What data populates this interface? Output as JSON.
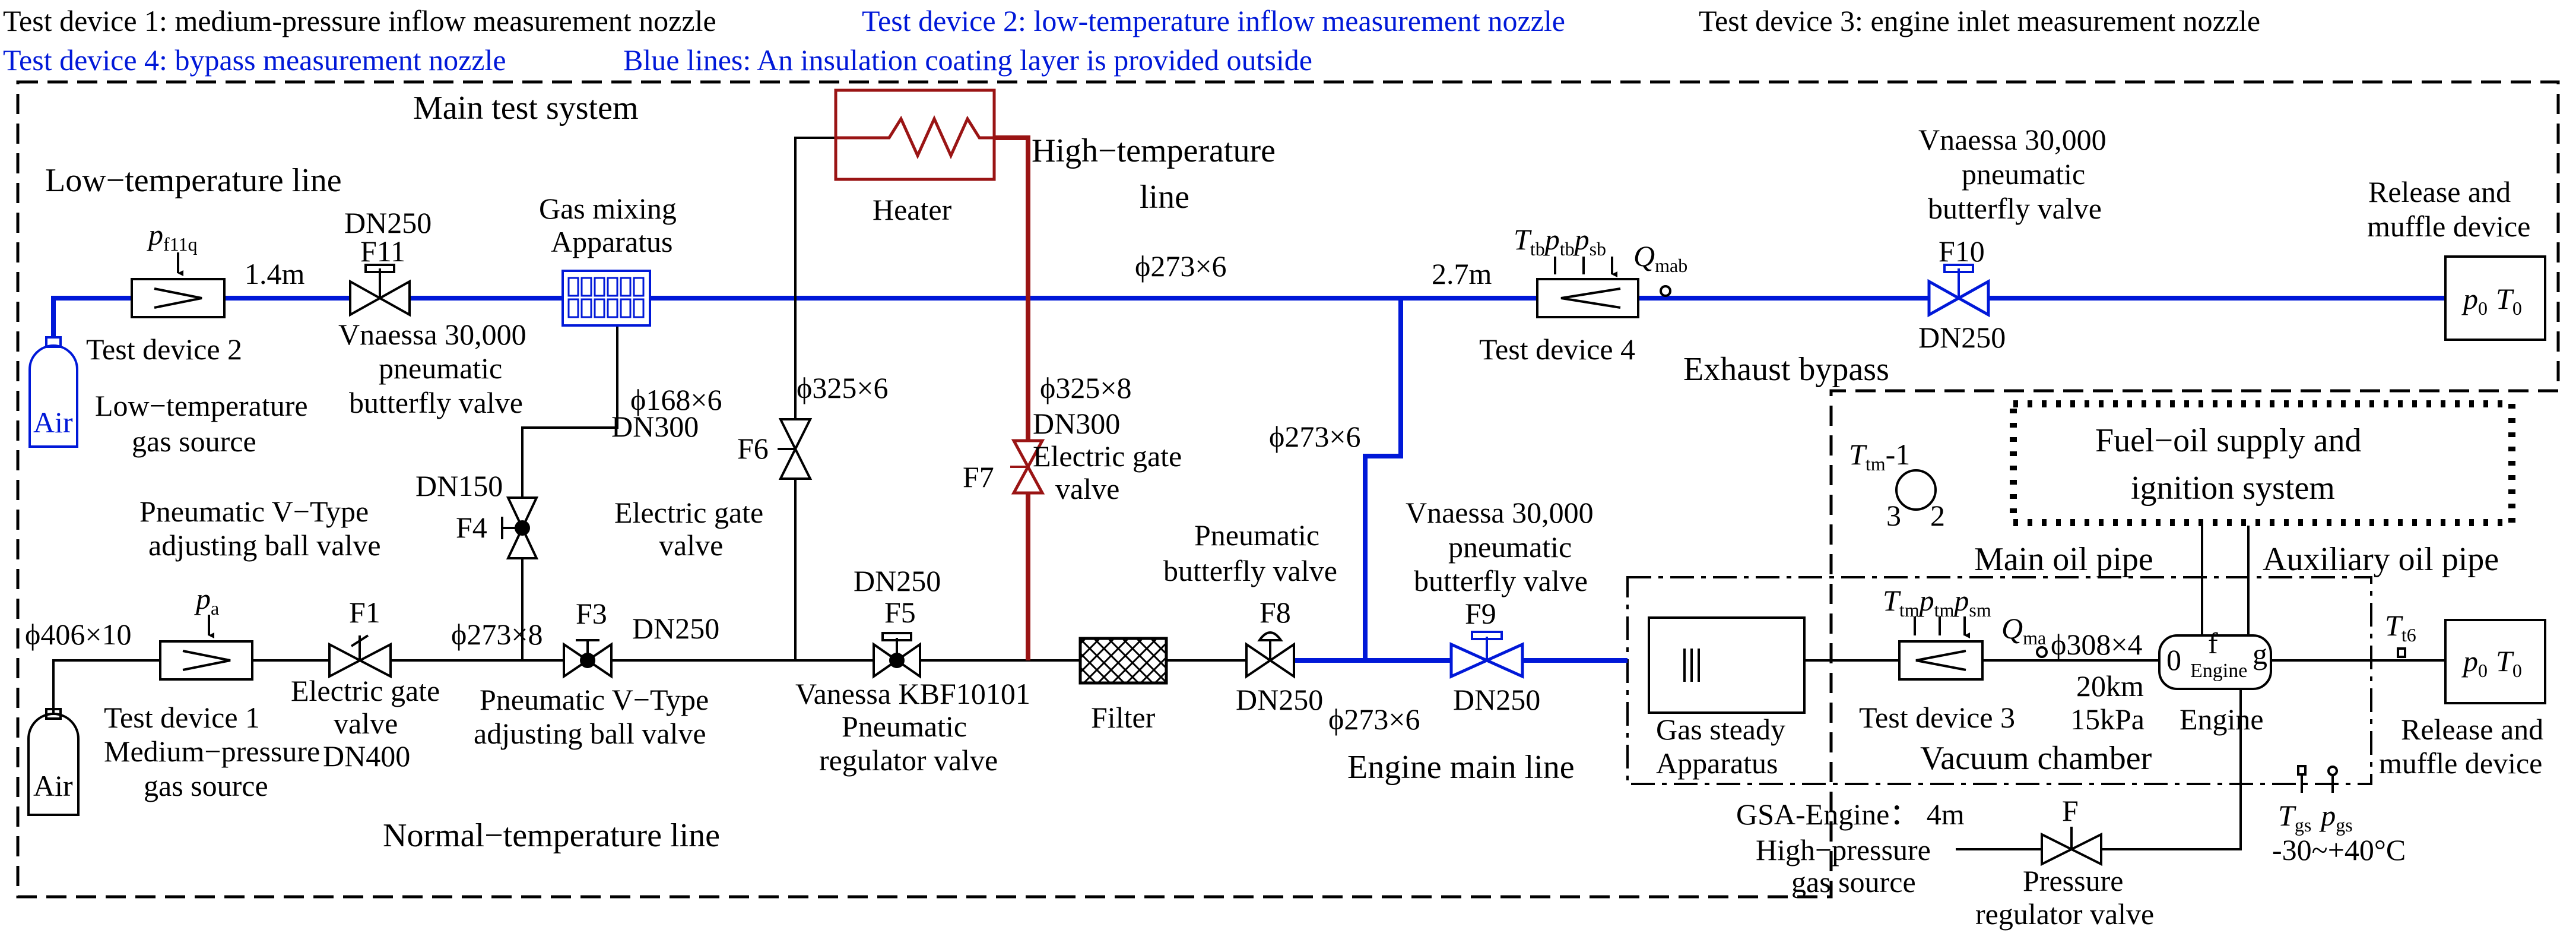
{
  "header": {
    "legend1": "Test device 1: medium-pressure inflow measurement nozzle",
    "legend2": "Test device 2: low-temperature inflow measurement nozzle",
    "legend3": "Test device 3: engine inlet measurement nozzle",
    "legend4": "Test device 4: bypass measurement nozzle",
    "legend5": "Blue lines: An insulation coating layer is provided outside"
  },
  "regions": {
    "main_test_system": "Main test system",
    "low_temp_line": "Low−temperature line",
    "high_temp_line_1": "High−temperature",
    "high_temp_line_2": "line",
    "normal_temp_line": "Normal−temperature line",
    "exhaust_bypass": "Exhaust bypass",
    "engine_main_line": "Engine main line",
    "vacuum_chamber": "Vacuum chamber",
    "fuel_1": "Fuel−oil supply and",
    "fuel_2": "ignition system",
    "main_oil_pipe": "Main oil pipe",
    "aux_oil_pipe": "Auxiliary oil pipe"
  },
  "components": {
    "air": "Air",
    "lt_source_1": "Low−temperature",
    "lt_source_2": "gas source",
    "mp_source_1": "Medium−pressure",
    "mp_source_2": "gas source",
    "td1": "Test device 1",
    "td2": "Test device 2",
    "td3": "Test device 3",
    "td4": "Test device 4",
    "p_a": "p",
    "p_a_sub": "a",
    "pf_main": "p",
    "pf_sub": "f11q",
    "dist_14": "1.4m",
    "dist_27": "2.7m",
    "dn250": "DN250",
    "f11": "F11",
    "vn_1": "Vnaessa 30,000",
    "vn_2": "pneumatic",
    "vn_3": "butterfly valve",
    "gas_mix_1": "Gas mixing",
    "gas_mix_2": "Apparatus",
    "heater": "Heater",
    "phi273x6": "ϕ273×6",
    "phi168x6": "ϕ168×6",
    "phi325x6": "ϕ325×6",
    "phi325x8": "ϕ325×8",
    "phi406x10": "ϕ406×10",
    "phi273x8": "ϕ273×8",
    "phi308x4": "ϕ308×4",
    "dn150": "DN150",
    "f4": "F4",
    "pvt_1": "Pneumatic V−Type",
    "pvt_2": "adjusting ball valve",
    "dn300": "DN300",
    "f6": "F6",
    "f7": "F7",
    "egv_1": "Electric gate",
    "egv_2": "valve",
    "f1": "F1",
    "dn400": "DN400",
    "f3": "F3",
    "f5": "F5",
    "vk_1": "Vanessa KBF10101",
    "vk_2": "Pneumatic",
    "vk_3": "regulator valve",
    "filter": "Filter",
    "pbv_1": "Pneumatic",
    "pbv_2": "butterfly valve",
    "f8": "F8",
    "f9": "F9",
    "f10": "F10",
    "gs_1": "Gas steady",
    "gs_2": "Apparatus",
    "t": "T",
    "p": "p",
    "tb": "tb",
    "sb": "sb",
    "tm": "tm",
    "sm": "sm",
    "q": "Q",
    "mab": "mab",
    "ma": "ma",
    "t6": "t6",
    "gs": "gs",
    "zero": "0",
    "f_small": "f",
    "engine_sub": "Engine",
    "g": "g",
    "engine": "Engine",
    "cond_20km": "20km",
    "cond_15kpa": "15kPa",
    "release_1": "Release and",
    "release_2": "muffle device",
    "p0": "p",
    "t0": "T",
    "z": "0",
    "tm_1": "-1",
    "two": "2",
    "three": "3",
    "gsa": "GSA-Engine： 4m",
    "hp_1": "High−pressure",
    "hp_2": "gas source",
    "f": "F",
    "prv_1": "Pressure",
    "prv_2": "regulator valve",
    "temp_range": "-30~+40°C"
  }
}
